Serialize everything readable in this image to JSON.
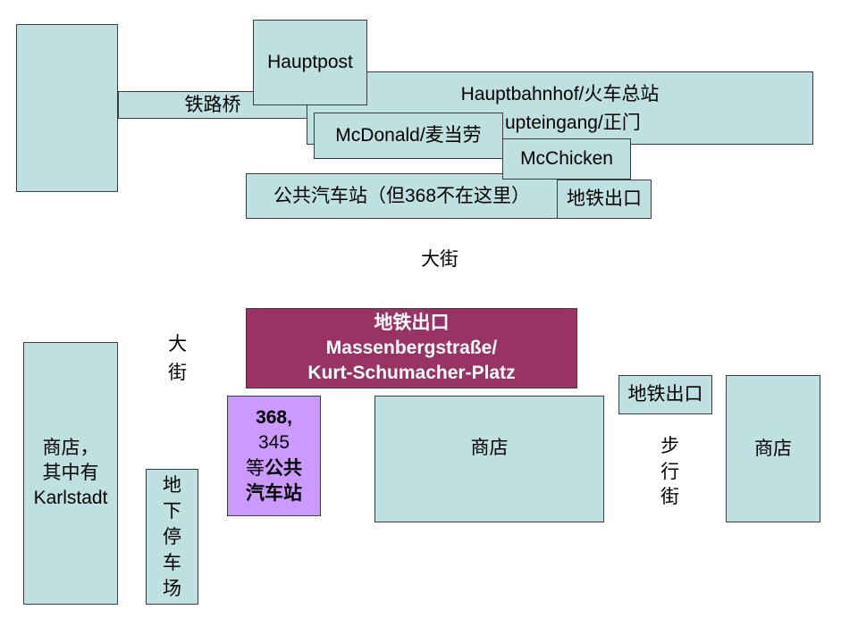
{
  "colors": {
    "building_fill": "#BEE0E0",
    "border": "#3C3C3C",
    "subway_exit_main_fill": "#993366",
    "bus_stop_368_fill": "#CC99FF",
    "background": "#FFFFFF"
  },
  "north": {
    "railway_bridge": "铁路桥",
    "hauptpost": "Hauptpost",
    "hauptbahnhof_line1": "Hauptbahnhof/火车总站",
    "hauptbahnhof_line2": "upteingang/正门",
    "mcdonalds": "McDonald/麦当劳",
    "mcchicken": "McChicken",
    "bus_station": "公共汽车站（但368不在这里）",
    "subway_exit": "地铁出口"
  },
  "main_street": "大街",
  "south": {
    "subway_exit_main": {
      "line1": "地铁出口",
      "line2": "Massenbergstraße/",
      "line3": "Kurt-Schumacher-Platz"
    },
    "main_street_vertical": "大街",
    "shops_karlstadt": {
      "line1": "商店，",
      "line2": "其中有",
      "line3": "Karlstadt"
    },
    "underground_parking": "地下停车场",
    "bus_stop_368": {
      "line1": "368,",
      "line2": "345",
      "line3a": "等",
      "line3b": "公共",
      "line4": "汽车站"
    },
    "shops_middle": "商店",
    "subway_exit_right": "地铁出口",
    "pedestrian_street": "步行街",
    "shops_right": "商店"
  }
}
